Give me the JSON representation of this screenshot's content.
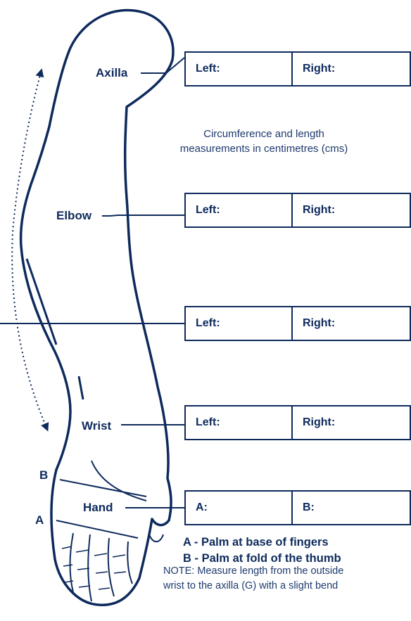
{
  "colors": {
    "ink": "#0e2a5c",
    "text": "#1e3a6e",
    "background": "#ffffff"
  },
  "labels": {
    "axilla": "Axilla",
    "elbow": "Elbow",
    "wrist": "Wrist",
    "hand": "Hand",
    "b": "B",
    "a": "A"
  },
  "caption": {
    "line1": "Circumference and length",
    "line2": "measurements in centimetres (cms)"
  },
  "boxes": {
    "axilla": {
      "left": "Left:",
      "right": "Right:"
    },
    "elbow": {
      "left": "Left:",
      "right": "Right:"
    },
    "forearm": {
      "left": "Left:",
      "right": "Right:"
    },
    "wrist": {
      "left": "Left:",
      "right": "Right:"
    },
    "hand": {
      "left": "A:",
      "right": "B:"
    }
  },
  "legend": {
    "a": "A - Palm at base of fingers",
    "b": "B - Palm at fold of the thumb"
  },
  "note": {
    "line1": "NOTE: Measure length from the outside",
    "line2": "wrist to the axilla (G) with a slight bend"
  }
}
